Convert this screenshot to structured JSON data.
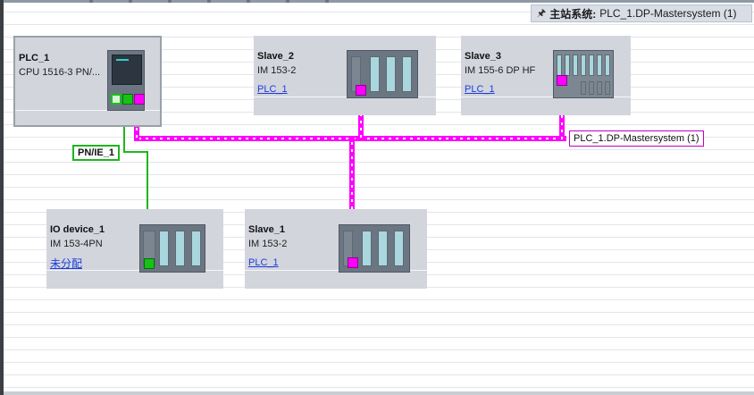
{
  "master_system_label": {
    "prefix": "主站系统:",
    "name": "PLC_1.DP-Mastersystem (1)"
  },
  "devices": {
    "plc": {
      "name": "PLC_1",
      "type": "CPU 1516-3 PN/..."
    },
    "slave2": {
      "name": "Slave_2",
      "type": "IM 153-2",
      "link": "PLC_1"
    },
    "slave3": {
      "name": "Slave_3",
      "type": "IM 155-6 DP HF",
      "link": "PLC_1"
    },
    "iodevice": {
      "name": "IO device_1",
      "type": "IM 153-4PN",
      "link": "未分配"
    },
    "slave1": {
      "name": "Slave_1",
      "type": "IM 153-2",
      "link": "PLC_1"
    }
  },
  "networks": {
    "pn_label": "PN/IE_1",
    "dp_label": "PLC_1.DP-Mastersystem (1)"
  },
  "colors": {
    "dp_network": "#ff00ff",
    "pn_network": "#1fb51f",
    "device_bg": "#d3d5dc",
    "link": "#1a3de0"
  },
  "icons": {
    "pin": "pin-icon",
    "dp_port": "profibus-port-icon",
    "pn_port": "profinet-port-icon"
  }
}
